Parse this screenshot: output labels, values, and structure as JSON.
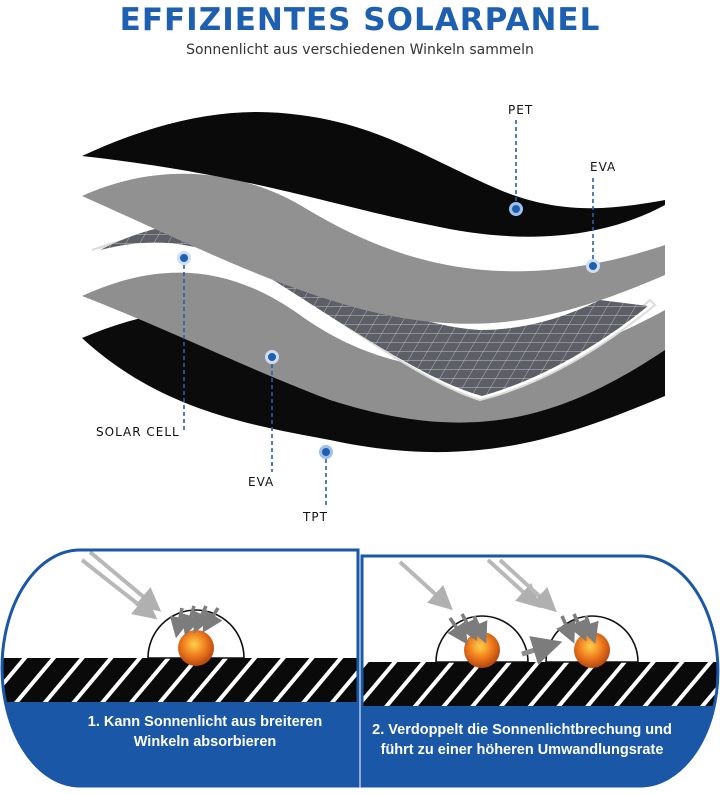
{
  "header": {
    "title": "EFFIZIENTES SOLARPANEL",
    "subtitle": "Sonnenlicht aus verschiedenen Winkeln sammeln"
  },
  "layers": {
    "pet": "PET",
    "eva_top": "EVA",
    "solar_cell": "SOLAR CELL",
    "eva_bottom": "EVA",
    "tpt": "TPT"
  },
  "panels": [
    {
      "caption": "1. Kann Sonnenlicht aus breiteren Winkeln absorbieren"
    },
    {
      "caption": "2. Verdoppelt die Sonnenlichtbrechung und führt zu einer höheren Umwandlungsrate"
    }
  ],
  "colors": {
    "brand_blue": "#1d5fb0",
    "panel_blue": "#1a57a6",
    "dark_layer": "#0a0a0a",
    "gray_layer": "#8d8d8d",
    "sun_orange": "#e8701c"
  }
}
